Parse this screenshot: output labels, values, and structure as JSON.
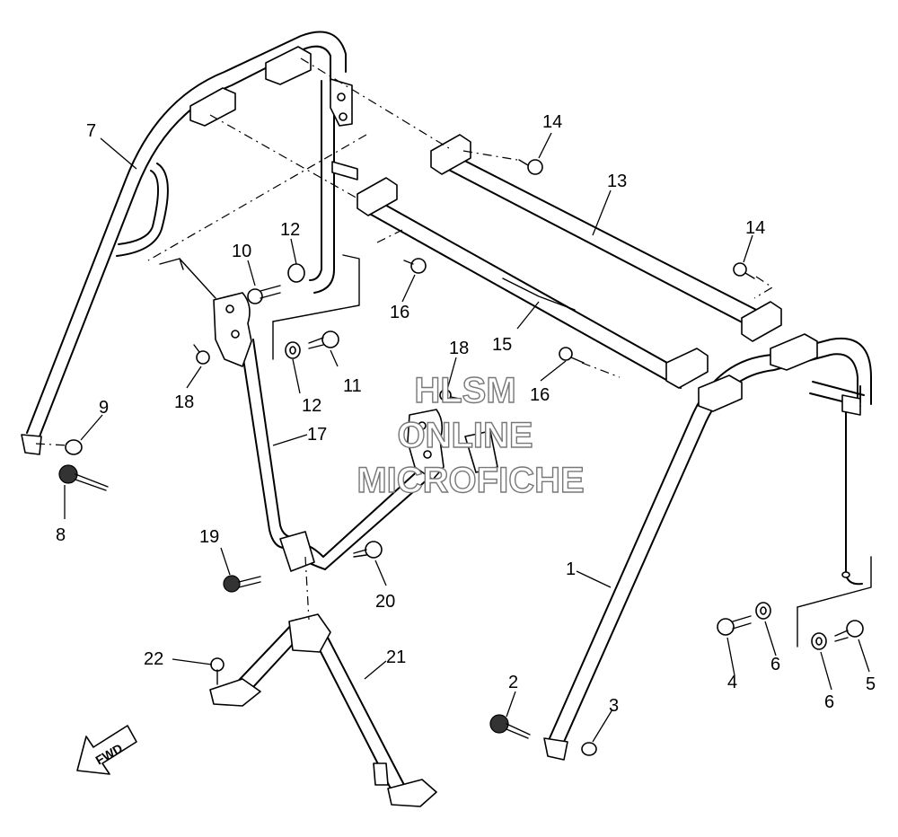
{
  "callouts": {
    "c1": "1",
    "c2": "2",
    "c3": "3",
    "c4": "4",
    "c5": "5",
    "c6a": "6",
    "c6b": "6",
    "c7": "7",
    "c8": "8",
    "c9": "9",
    "c10": "10",
    "c11": "11",
    "c12a": "12",
    "c12b": "12",
    "c13": "13",
    "c14a": "14",
    "c14b": "14",
    "c15": "15",
    "c16a": "16",
    "c16b": "16",
    "c17": "17",
    "c18a": "18",
    "c18b": "18",
    "c19": "19",
    "c20": "20",
    "c21": "21",
    "c22": "22"
  },
  "watermark": {
    "line1": "HLSM",
    "line2": "ONLINE",
    "line3": "MICROFICHE"
  },
  "fwd_label": "FWD"
}
